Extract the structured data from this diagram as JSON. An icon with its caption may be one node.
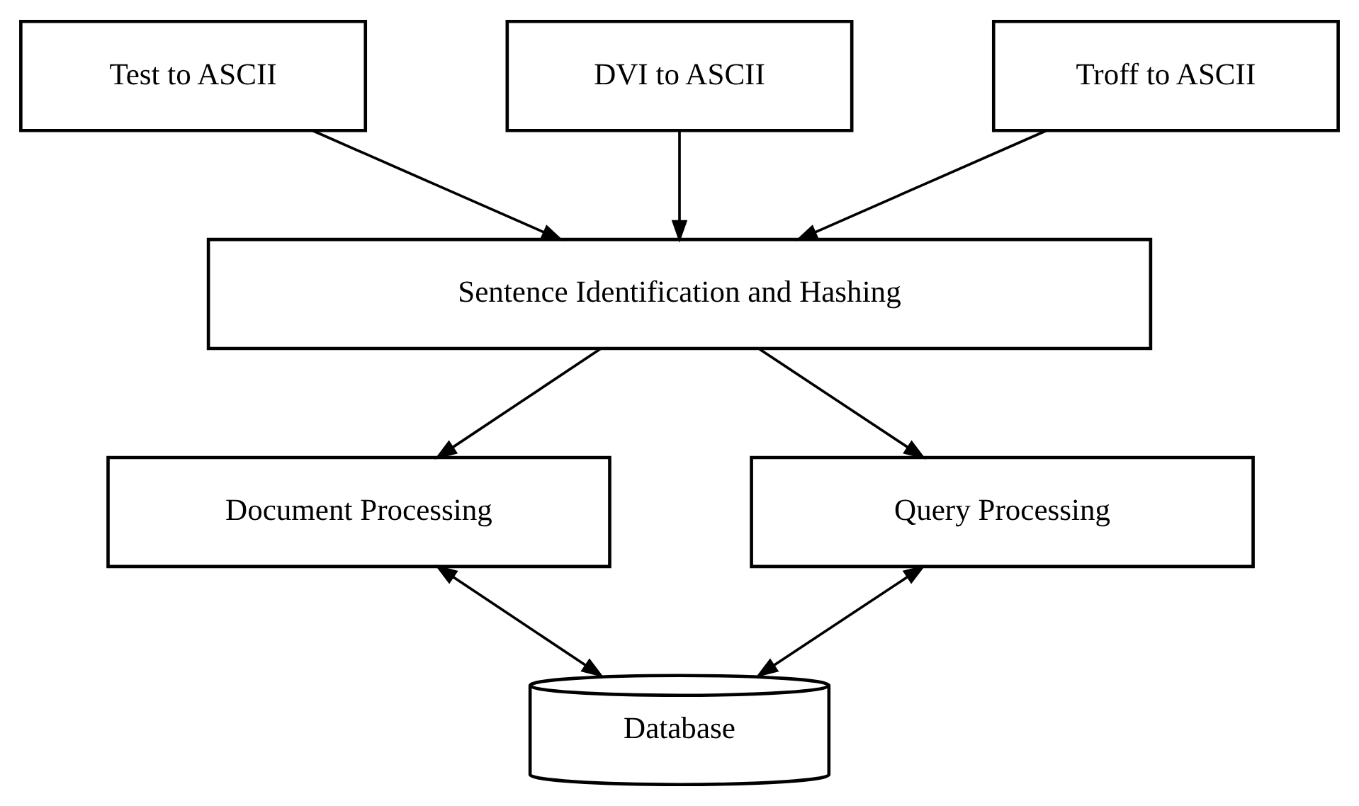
{
  "diagram": {
    "nodes": [
      {
        "text": [
          "Test to ASCII"
        ]
      },
      {
        "text": [
          "DVI to ASCII"
        ]
      },
      {
        "text": [
          "Troff to ASCII"
        ]
      },
      {
        "text": [
          "Sentence Identification and Hashing"
        ]
      },
      {
        "text": [
          "Document Processing"
        ]
      },
      {
        "text": [
          "Query Processing"
        ]
      },
      {
        "text": [
          "Database"
        ]
      }
    ],
    "edges": [
      {
        "from": 0,
        "to": 3,
        "arrow": "to"
      },
      {
        "from": 1,
        "to": 3,
        "arrow": "to"
      },
      {
        "from": 2,
        "to": 3,
        "arrow": "to"
      },
      {
        "from": 3,
        "to": 4,
        "arrow": "to"
      },
      {
        "from": 3,
        "to": 5,
        "arrow": "to"
      },
      {
        "from": 4,
        "to": 6,
        "arrow": "both"
      },
      {
        "from": 5,
        "to": 6,
        "arrow": "both"
      }
    ]
  }
}
